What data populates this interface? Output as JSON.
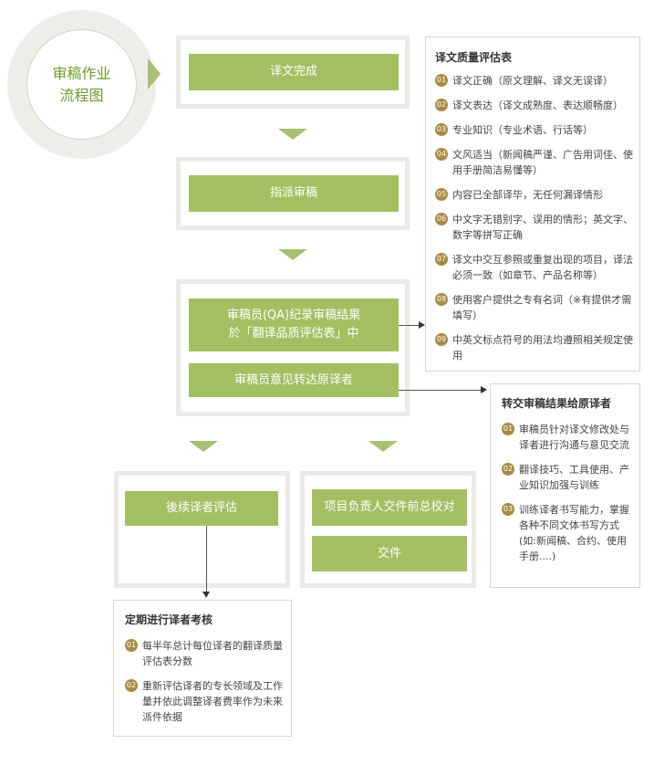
{
  "title_line1": "审稿作业",
  "title_line2": "流程图",
  "steps": {
    "complete": "译文完成",
    "assign": "指派审稿",
    "qa_record_line1": "审稿员(QA)纪录审稿结果",
    "qa_record_line2": "於「翻译品质评估表」中",
    "feedback": "审稿员意见转达原译者",
    "followup": "後续译者评估",
    "pm_check": "项目负责人交件前总校对",
    "deliver": "交件"
  },
  "quality_table": {
    "title": "译文质量评估表",
    "items": [
      {
        "num": "01",
        "text": "译文正确（原文理解、译文无误译）"
      },
      {
        "num": "02",
        "text": "译文表达（译文成熟度、表达顺畅度）"
      },
      {
        "num": "03",
        "text": "专业知识（专业术语、行话等）"
      },
      {
        "num": "04",
        "text": "文风适当（新闻稿严谨、广告用词佳、使用手册简洁易懂等）"
      },
      {
        "num": "05",
        "text": "内容已全部译毕，无任何漏译情形"
      },
      {
        "num": "06",
        "text": "中文字无错别字、误用的情形；英文字、数字等拼写正确"
      },
      {
        "num": "07",
        "text": "译文中交互参照或重复出现的项目，译法必须一致（如章节、产品名称等）"
      },
      {
        "num": "08",
        "text": "使用客户提供之专有名词（※有提供才需填写）"
      },
      {
        "num": "09",
        "text": "中英文标点符号的用法均遵照相关规定使用"
      }
    ]
  },
  "transfer": {
    "title": "转交审稿结果给原译者",
    "items": [
      {
        "num": "01",
        "text": "审稿员针对译文修改处与译者进行沟通与意见交流"
      },
      {
        "num": "02",
        "text": "翻译技巧、工具使用、产业知识加强与训练"
      },
      {
        "num": "03",
        "text": "训练译者书写能力，掌握各种不同文体书写方式(如:新闻稿、合约、使用手册....)"
      }
    ]
  },
  "periodic": {
    "title": "定期进行译者考核",
    "items": [
      {
        "num": "01",
        "text": "每半年总计每位译者的翻译质量评估表分数"
      },
      {
        "num": "02",
        "text": "重新评估译者的专长领域及工作量并依此调整译者费率作为未来派件依据"
      }
    ]
  },
  "colors": {
    "step_green": "#a2c062",
    "arrow_green": "#a8c072",
    "title_green": "#6e9a2d",
    "badge_gold": "#a88b43",
    "frame_gray": "#ebebe6"
  }
}
